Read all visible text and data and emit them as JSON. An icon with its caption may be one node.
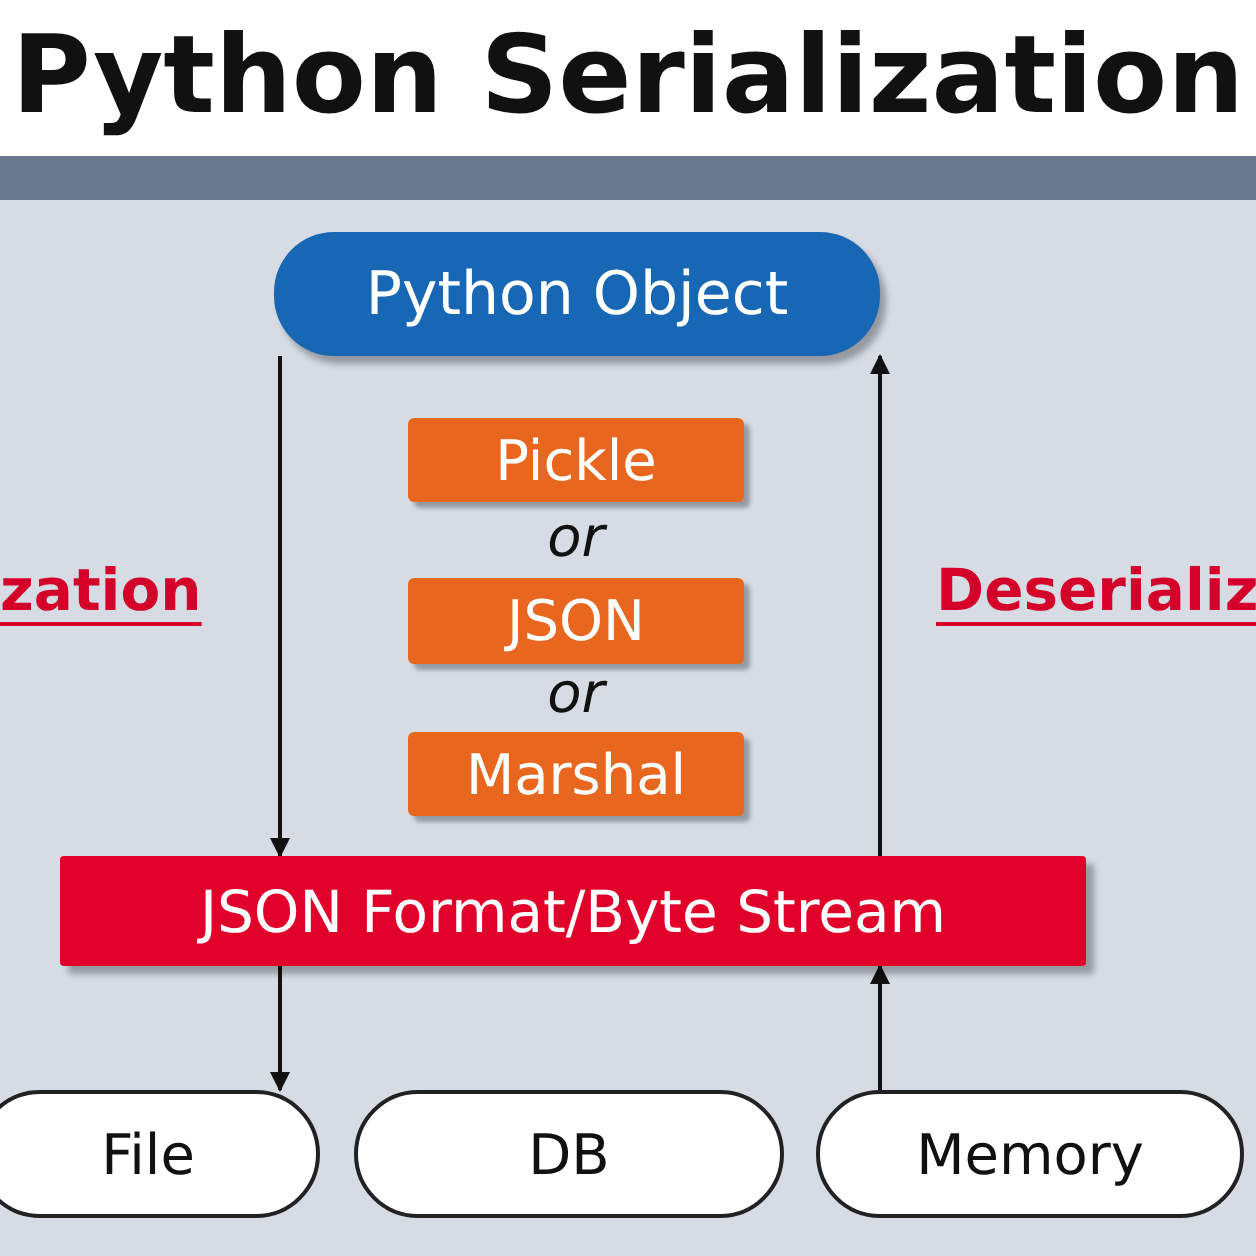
{
  "diagram": {
    "title": "Python Serialization",
    "nodes": [
      {
        "text": [
          "Python Object"
        ]
      },
      {
        "text": [
          "Pickle"
        ]
      },
      {
        "text": [
          "JSON"
        ]
      },
      {
        "text": [
          "Marshal"
        ]
      },
      {
        "text": [
          "JSON Format/Byte Stream"
        ]
      },
      {
        "text": [
          "File"
        ]
      },
      {
        "text": [
          "DB"
        ]
      },
      {
        "text": [
          "Memory"
        ]
      }
    ],
    "edges": [
      {
        "from": 0,
        "to": 4,
        "arrow": "to"
      },
      {
        "from": 4,
        "to": 0,
        "arrow": "to"
      },
      {
        "from": 4,
        "to": 5,
        "arrow": "to"
      },
      {
        "from": 7,
        "to": 4,
        "arrow": "to"
      }
    ],
    "labels": [
      "or",
      "or",
      "zation",
      "Deserializ"
    ]
  }
}
